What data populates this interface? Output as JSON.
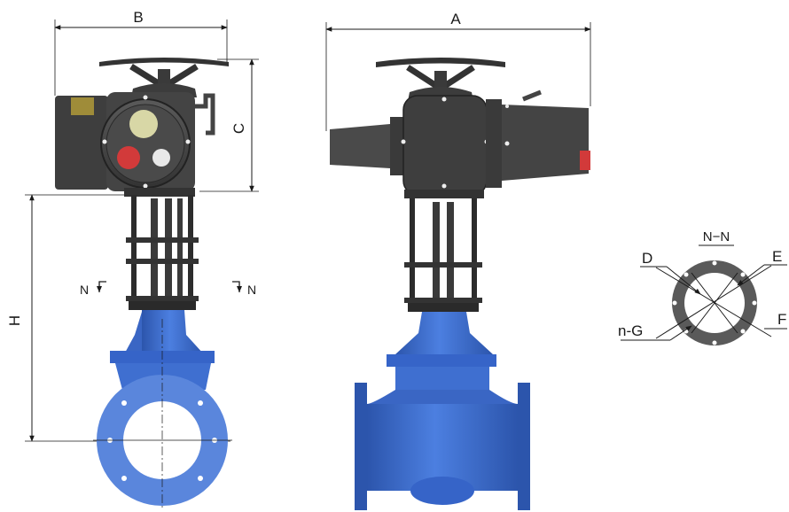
{
  "dimensions": {
    "width_label": "B",
    "overall_width_label": "A",
    "actuator_height_label": "C",
    "valve_height_label": "H"
  },
  "section": {
    "cut_mark_left": "N",
    "cut_mark_right": "N",
    "view_title": "N−N"
  },
  "flange_labels": {
    "d": "D",
    "e": "E",
    "f": "F",
    "holes": "n-G"
  },
  "colors": {
    "valve_body": "#3f6fd0",
    "valve_body_dark": "#2c55ac",
    "actuator": "#3c3c3c",
    "actuator_light": "#5a5a5a",
    "flange_ring": "#5a5a5a",
    "indicator_red": "#d23a3a",
    "indicator_yellow": "#d8d7a6",
    "line": "#1a1a1a"
  }
}
